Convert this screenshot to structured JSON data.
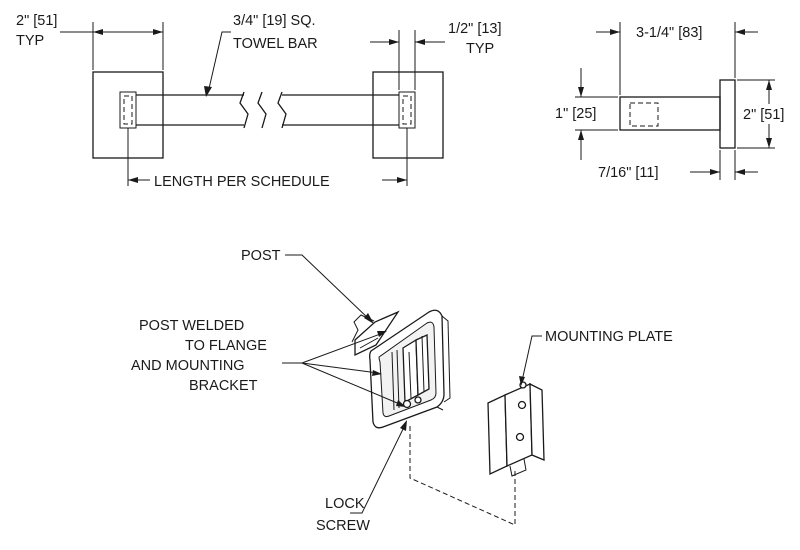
{
  "labels": {
    "flange_width": "2\" [51]",
    "flange_width_typ": "TYP",
    "bar_size_line1": "3/4\" [19] SQ.",
    "bar_size_line2": "TOWEL BAR",
    "bracket_width": "1/2\" [13]",
    "bracket_width_typ": "TYP",
    "length": "LENGTH PER SCHEDULE",
    "projection": "3-1/4\" [83]",
    "bar_height": "1\" [25]",
    "flange_height": "2\" [51]",
    "flange_thickness": "7/16\" [11]",
    "post": "POST",
    "post_welded_line1": "POST WELDED",
    "post_welded_line2": "TO FLANGE",
    "post_welded_line3": "AND MOUNTING",
    "post_welded_line4": "BRACKET",
    "mounting_plate": "MOUNTING PLATE",
    "lock_line1": "LOCK",
    "lock_line2": "SCREW"
  }
}
